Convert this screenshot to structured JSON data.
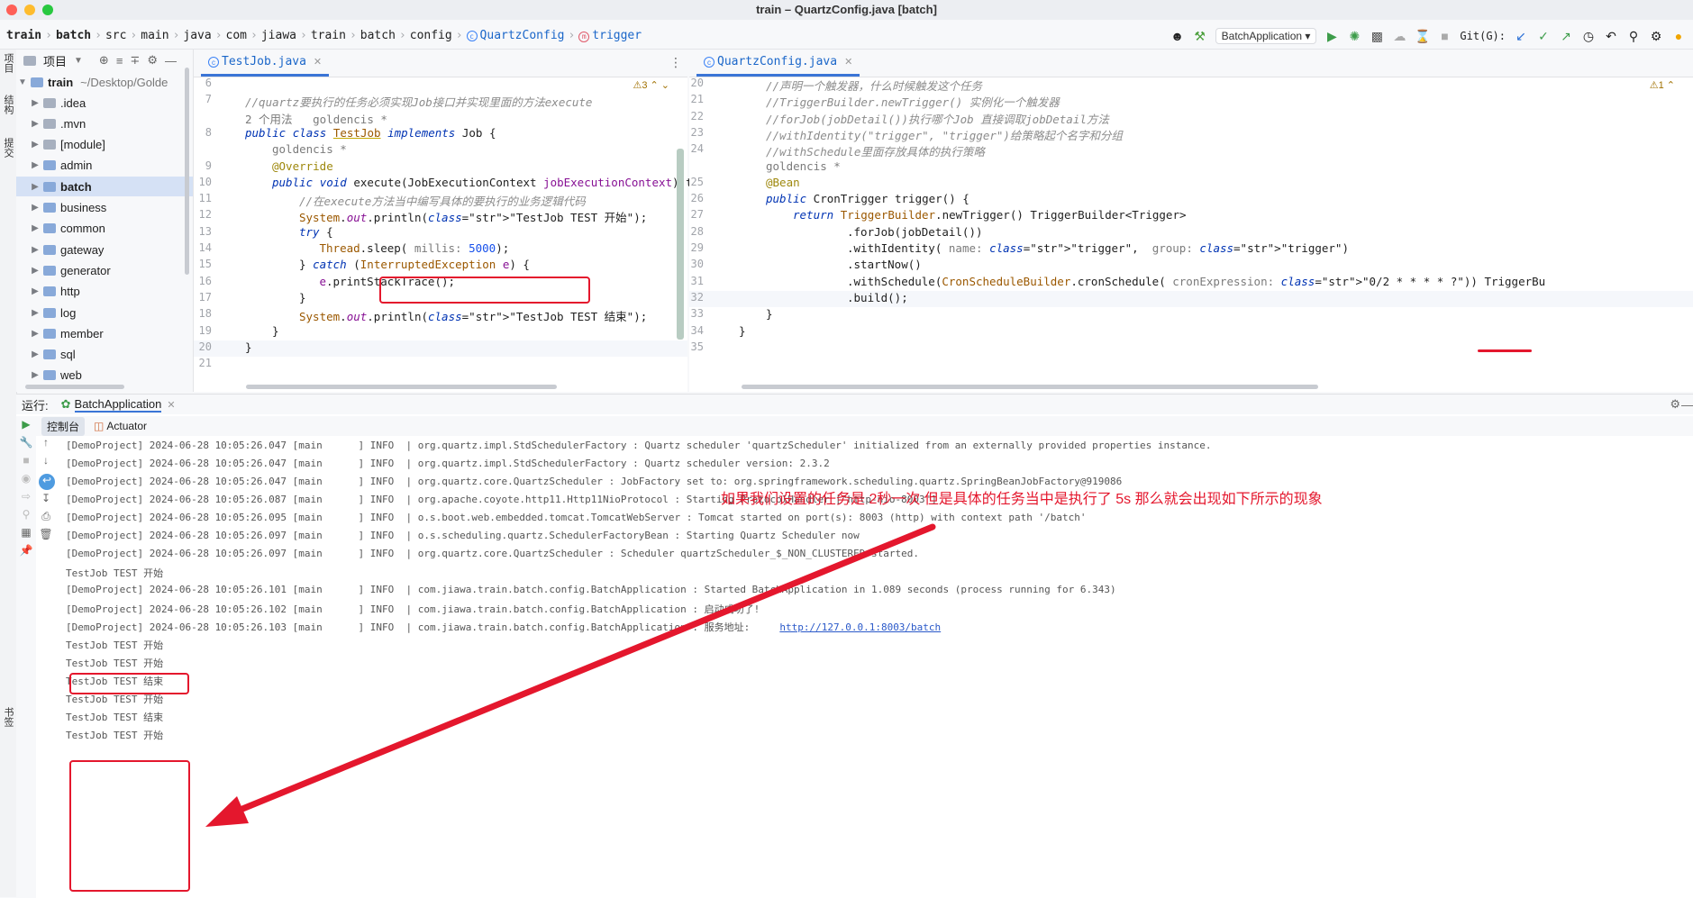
{
  "window": {
    "title": "train – QuartzConfig.java [batch]"
  },
  "breadcrumb": [
    "train",
    "batch",
    "src",
    "main",
    "java",
    "com",
    "jiawa",
    "train",
    "batch",
    "config",
    "QuartzConfig",
    "trigger"
  ],
  "toolbar": {
    "run_config": "BatchApplication",
    "git_label": "Git(G):"
  },
  "left_strip": {
    "project": "项目",
    "structure": "结构",
    "commit": "提交",
    "bookmarks": "书签"
  },
  "project_panel": {
    "header": "项目",
    "root": {
      "name": "train",
      "path": "~/Desktop/Golde"
    },
    "items": [
      ".idea",
      ".mvn",
      "[module]",
      "admin",
      "batch",
      "business",
      "common",
      "gateway",
      "generator",
      "http",
      "log",
      "member",
      "sql",
      "web"
    ],
    "selected": "batch"
  },
  "editor_left": {
    "tab": "TestJob.java",
    "warnings": "3",
    "lines": [
      {
        "n": "6",
        "text": ""
      },
      {
        "n": "7",
        "text": "//quartz要执行的任务必须实现Job接口并实现里面的方法execute"
      },
      {
        "n": "",
        "text": "2 个用法   goldencis *"
      },
      {
        "n": "8",
        "text": "public class TestJob implements Job {"
      },
      {
        "n": "",
        "text": "goldencis *"
      },
      {
        "n": "9",
        "text": "@Override"
      },
      {
        "n": "10",
        "text": "public void execute(JobExecutionContext jobExecutionContext) thro"
      },
      {
        "n": "11",
        "text": "//在execute方法当中编写具体的要执行的业务逻辑代码"
      },
      {
        "n": "12",
        "text": "System.out.println(\"TestJob TEST 开始\");"
      },
      {
        "n": "13",
        "text": "try {"
      },
      {
        "n": "14",
        "text": "Thread.sleep( millis: 5000);"
      },
      {
        "n": "15",
        "text": "} catch (InterruptedException e) {"
      },
      {
        "n": "16",
        "text": "e.printStackTrace();"
      },
      {
        "n": "17",
        "text": "}"
      },
      {
        "n": "18",
        "text": "System.out.println(\"TestJob TEST 结束\");"
      },
      {
        "n": "19",
        "text": "}"
      },
      {
        "n": "20",
        "text": "}"
      },
      {
        "n": "21",
        "text": ""
      }
    ]
  },
  "editor_right": {
    "tab": "QuartzConfig.java",
    "warnings": "1",
    "lines": [
      {
        "n": "20",
        "text": "//声明一个触发器，什么时候触发这个任务"
      },
      {
        "n": "21",
        "text": "//TriggerBuilder.newTrigger() 实例化一个触发器"
      },
      {
        "n": "22",
        "text": "//forJob(jobDetail())执行哪个Job 直接调取jobDetail方法"
      },
      {
        "n": "23",
        "text": "//withIdentity(\"trigger\", \"trigger\")给策略起个名字和分组"
      },
      {
        "n": "24",
        "text": "//withSchedule里面存放具体的执行策略"
      },
      {
        "n": "",
        "text": "goldencis *"
      },
      {
        "n": "25",
        "text": "@Bean"
      },
      {
        "n": "26",
        "text": "public CronTrigger trigger() {"
      },
      {
        "n": "27",
        "text": "return TriggerBuilder.newTrigger() TriggerBuilder<Trigger>"
      },
      {
        "n": "28",
        "text": ".forJob(jobDetail())"
      },
      {
        "n": "29",
        "text": ".withIdentity( name: \"trigger\",  group: \"trigger\")"
      },
      {
        "n": "30",
        "text": ".startNow()"
      },
      {
        "n": "31",
        "text": ".withSchedule(CronScheduleBuilder.cronSchedule( cronExpression: \"0/2 * * * * ?\")) TriggerBu"
      },
      {
        "n": "32",
        "text": ".build();"
      },
      {
        "n": "33",
        "text": "}"
      },
      {
        "n": "34",
        "text": "}"
      },
      {
        "n": "35",
        "text": ""
      }
    ]
  },
  "run_panel": {
    "label": "运行:",
    "config": "BatchApplication",
    "tabs": [
      "控制台",
      "Actuator"
    ],
    "console": [
      "[DemoProject] 2024-06-28 10:05:26.047 [main      ] INFO  | org.quartz.impl.StdSchedulerFactory : Quartz scheduler 'quartzScheduler' initialized from an externally provided properties instance.",
      "[DemoProject] 2024-06-28 10:05:26.047 [main      ] INFO  | org.quartz.impl.StdSchedulerFactory : Quartz scheduler version: 2.3.2",
      "[DemoProject] 2024-06-28 10:05:26.047 [main      ] INFO  | org.quartz.core.QuartzScheduler : JobFactory set to: org.springframework.scheduling.quartz.SpringBeanJobFactory@919086",
      "[DemoProject] 2024-06-28 10:05:26.087 [main      ] INFO  | org.apache.coyote.http11.Http11NioProtocol : Starting ProtocolHandler [\"http-nio-8003\"]",
      "[DemoProject] 2024-06-28 10:05:26.095 [main      ] INFO  | o.s.boot.web.embedded.tomcat.TomcatWebServer : Tomcat started on port(s): 8003 (http) with context path '/batch'",
      "[DemoProject] 2024-06-28 10:05:26.097 [main      ] INFO  | o.s.scheduling.quartz.SchedulerFactoryBean : Starting Quartz Scheduler now",
      "[DemoProject] 2024-06-28 10:05:26.097 [main      ] INFO  | org.quartz.core.QuartzScheduler : Scheduler quartzScheduler_$_NON_CLUSTERED started.",
      "TestJob TEST 开始",
      "[DemoProject] 2024-06-28 10:05:26.101 [main      ] INFO  | com.jiawa.train.batch.config.BatchApplication : Started BatchApplication in 1.089 seconds (process running for 6.343)",
      "[DemoProject] 2024-06-28 10:05:26.102 [main      ] INFO  | com.jiawa.train.batch.config.BatchApplication : 启动成功了!",
      "[DemoProject] 2024-06-28 10:05:26.103 [main      ] INFO  | com.jiawa.train.batch.config.BatchApplication : 服务地址:     ",
      "TestJob TEST 开始",
      "TestJob TEST 开始",
      "TestJob TEST 结束",
      "TestJob TEST 开始",
      "TestJob TEST 结束",
      "TestJob TEST 开始"
    ],
    "service_url": "http://127.0.0.1:8003/batch"
  },
  "annotation": "如果我们设置的任务是 2秒一次 但是具体的任务当中是执行了 5s 那么就会出现如下所示的现象",
  "colors": {
    "accent": "#3a75d6",
    "annotation_red": "#e4172d"
  }
}
